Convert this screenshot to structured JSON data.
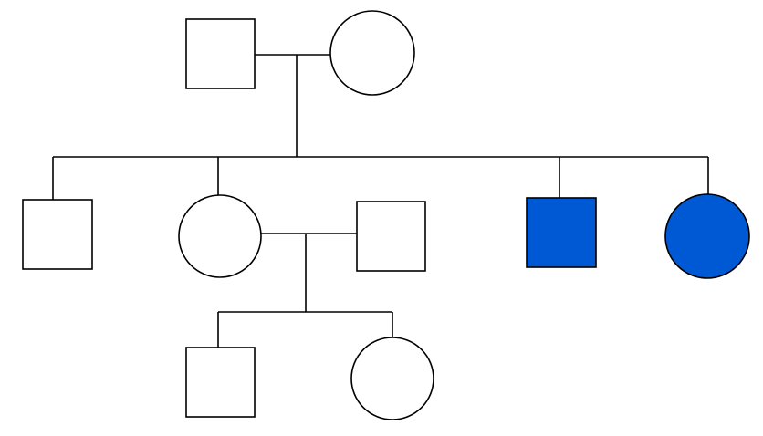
{
  "colors": {
    "unaffected_fill": "#ffffff",
    "affected_fill": "#0059d4",
    "outline": "#000000"
  },
  "pedigree": {
    "generations": [
      {
        "level": 1,
        "members": [
          {
            "id": "g1-father",
            "sex": "male",
            "affected": false
          },
          {
            "id": "g1-mother",
            "sex": "female",
            "affected": false
          }
        ]
      },
      {
        "level": 2,
        "members": [
          {
            "id": "g2-son-1",
            "sex": "male",
            "affected": false
          },
          {
            "id": "g2-daughter-1",
            "sex": "female",
            "affected": false
          },
          {
            "id": "g2-daughter-1-spouse",
            "sex": "male",
            "affected": false,
            "married_in": true
          },
          {
            "id": "g2-son-2",
            "sex": "male",
            "affected": true
          },
          {
            "id": "g2-daughter-2",
            "sex": "female",
            "affected": true
          }
        ]
      },
      {
        "level": 3,
        "members": [
          {
            "id": "g3-son",
            "sex": "male",
            "affected": false
          },
          {
            "id": "g3-daughter",
            "sex": "female",
            "affected": false
          }
        ]
      }
    ],
    "couples": [
      {
        "partners": [
          "g1-father",
          "g1-mother"
        ],
        "children": [
          "g2-son-1",
          "g2-daughter-1",
          "g2-son-2",
          "g2-daughter-2"
        ]
      },
      {
        "partners": [
          "g2-daughter-1",
          "g2-daughter-1-spouse"
        ],
        "children": [
          "g3-son",
          "g3-daughter"
        ]
      }
    ]
  }
}
